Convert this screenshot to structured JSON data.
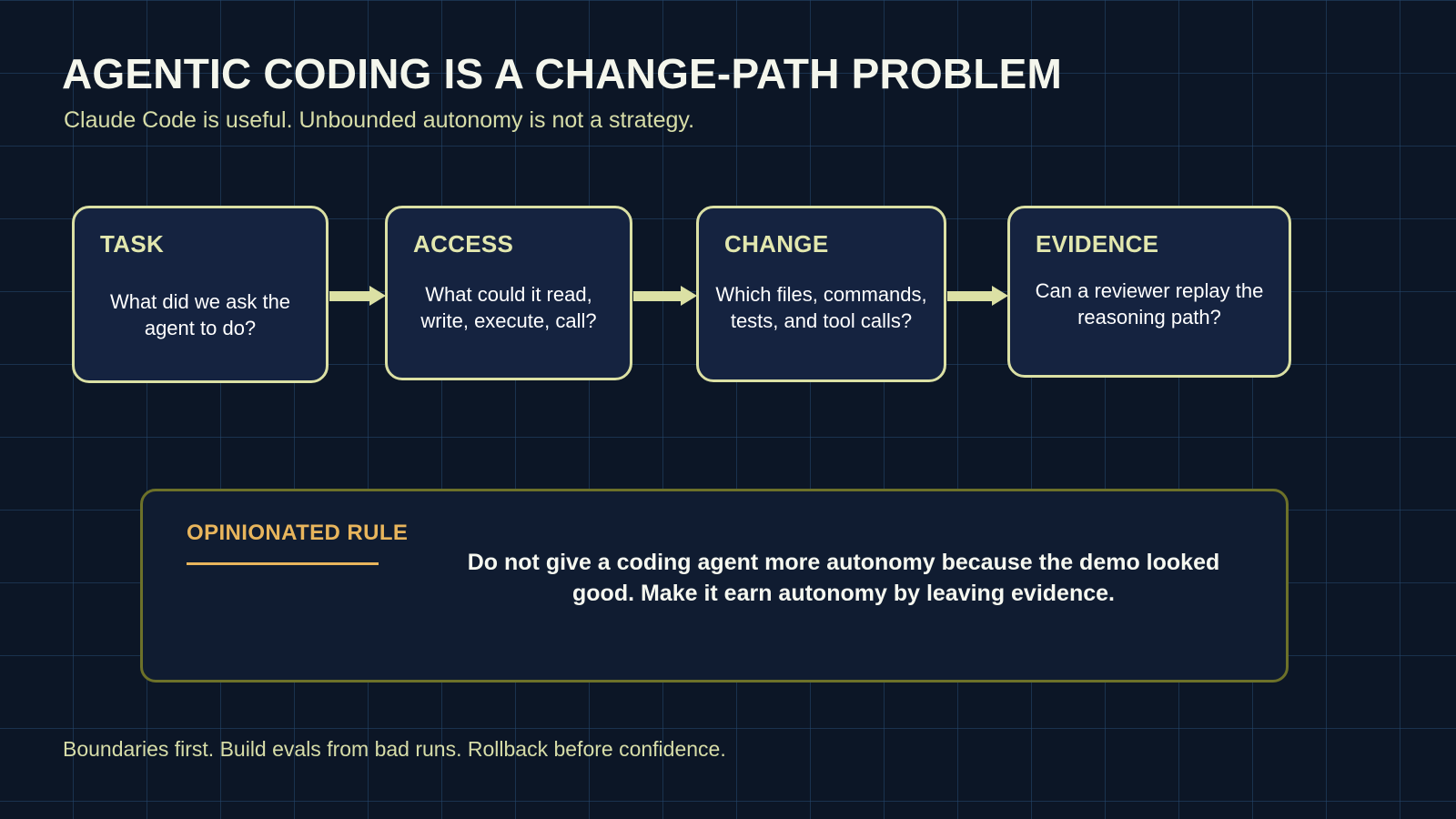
{
  "header": {
    "title": "AGENTIC CODING IS A CHANGE-PATH PROBLEM",
    "subtitle": "Claude Code is useful. Unbounded autonomy is not a strategy."
  },
  "flow": {
    "stages": [
      {
        "label": "TASK",
        "body": "What did we ask the agent to do?"
      },
      {
        "label": "ACCESS",
        "body": "What could it read, write, execute, call?"
      },
      {
        "label": "CHANGE",
        "body": "Which files, commands, tests, and tool calls?"
      },
      {
        "label": "EVIDENCE",
        "body": "Can a reviewer replay the reasoning path?"
      }
    ],
    "connector_icon": "arrow-right-icon"
  },
  "rule_panel": {
    "kicker": "OPINIONATED RULE",
    "text": "Do not give a coding agent more autonomy because the demo looked good. Make it earn autonomy by leaving evidence."
  },
  "footer": {
    "text": "Boundaries first. Build evals from bad runs. Rollback before confidence."
  },
  "colors": {
    "background": "#0c1626",
    "grid_line": "#264870",
    "stage_border": "#dbe0a4",
    "stage_fill": "#152340",
    "stage_label": "#e2e7ae",
    "body_text": "#ffffff",
    "accent_amber": "#e8b55c",
    "rule_border": "#6d7129",
    "muted_text": "#d7dda8"
  }
}
